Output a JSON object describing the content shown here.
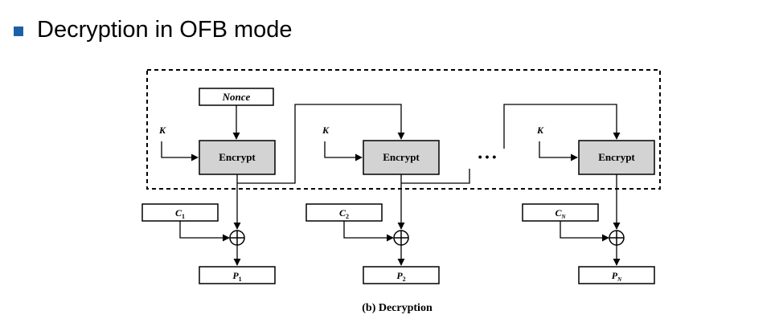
{
  "heading": {
    "text": "Decryption in OFB mode"
  },
  "diagram": {
    "nonce_label": "Nonce",
    "key_label": "K",
    "encrypt_label": "Encrypt",
    "ellipsis": "• • •",
    "ciphertexts": [
      {
        "base": "C",
        "sub": "1"
      },
      {
        "base": "C",
        "sub": "2"
      },
      {
        "base": "C",
        "sub": "N"
      }
    ],
    "plaintexts": [
      {
        "base": "P",
        "sub": "1"
      },
      {
        "base": "P",
        "sub": "2"
      },
      {
        "base": "P",
        "sub": "N"
      }
    ],
    "caption": "(b) Decryption"
  }
}
